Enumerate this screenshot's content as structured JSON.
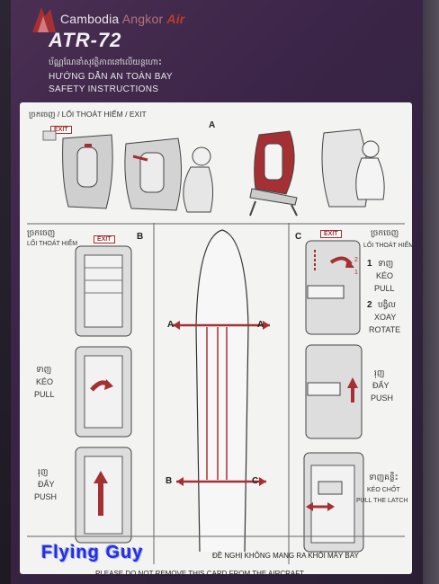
{
  "header": {
    "brand_part1": "Cambodia",
    "brand_part2": "Angkor",
    "brand_part3": "Air",
    "model": "ATR-72",
    "khmer_title": "ប័ណ្ណណែនាំសុវត្ថិភាពនៅលើយន្តហោះ",
    "vietnamese_title": "HƯỚNG DẪN AN TOÀN BAY",
    "english_title": "SAFETY INSTRUCTIONS"
  },
  "section_a": {
    "exit_heading": "ច្រកចេញ / LỐI THOÁT HIỂM / EXIT",
    "label": "A",
    "exit_sign": "EXIT"
  },
  "section_b": {
    "khmer_heading": "ច្រកចេញ",
    "vi_heading": "LỐI THOÁT HIỂM",
    "exit_sign": "EXIT",
    "label": "B",
    "pull_km": "ទាញ",
    "pull_vi": "KÉO",
    "pull_en": "PULL",
    "push_km": "រុញ",
    "push_vi": "ĐẨY",
    "push_en": "PUSH"
  },
  "section_c": {
    "label": "C",
    "exit_sign": "EXIT",
    "khmer_heading": "ច្រកចេញ",
    "vi_heading": "LỐI THOÁT HIỂM",
    "step1_num": "1",
    "step1_km": "ទាញ",
    "step1_vi": "KÉO",
    "step1_en": "PULL",
    "step2_num": "2",
    "step2_km": "បង្វិល",
    "step2_vi": "XOAY",
    "step2_en": "ROTATE",
    "arrow1": "1",
    "arrow2": "2",
    "push_km": "រុញ",
    "push_vi": "ĐẨY",
    "push_en": "PUSH",
    "latch_km": "ទាញគន្លឹះ",
    "latch_vi": "KÉO CHỐT",
    "latch_en": "PULL THE LATCH"
  },
  "aircraft": {
    "label_a_left": "A",
    "label_a_right": "A",
    "label_b": "B",
    "label_c": "C"
  },
  "footer": {
    "vi_line": "ĐỀ NGHỊ KHÔNG MANG RA KHỎI MÁY BAY",
    "en_line": "PLEASE DO NOT REMOVE THIS CARD FROM THE AIRCRAFT"
  },
  "watermark": "Flying Guy",
  "colors": {
    "card_purple": "#3b2548",
    "accent_red": "#a43033",
    "panel_white": "#f3f3f1",
    "watermark_blue": "#2b2bd8"
  }
}
